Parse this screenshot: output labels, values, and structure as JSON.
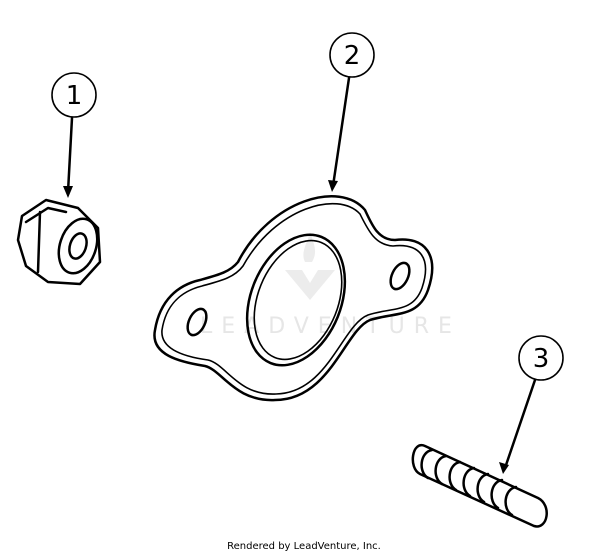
{
  "diagram": {
    "callouts": [
      {
        "label": "1"
      },
      {
        "label": "2"
      },
      {
        "label": "3"
      }
    ],
    "parts": [
      "flange-nut",
      "exhaust-gasket",
      "stud"
    ],
    "watermark": "LEADVENTURE"
  },
  "footer": {
    "text": "Rendered by LeadVenture, Inc."
  }
}
